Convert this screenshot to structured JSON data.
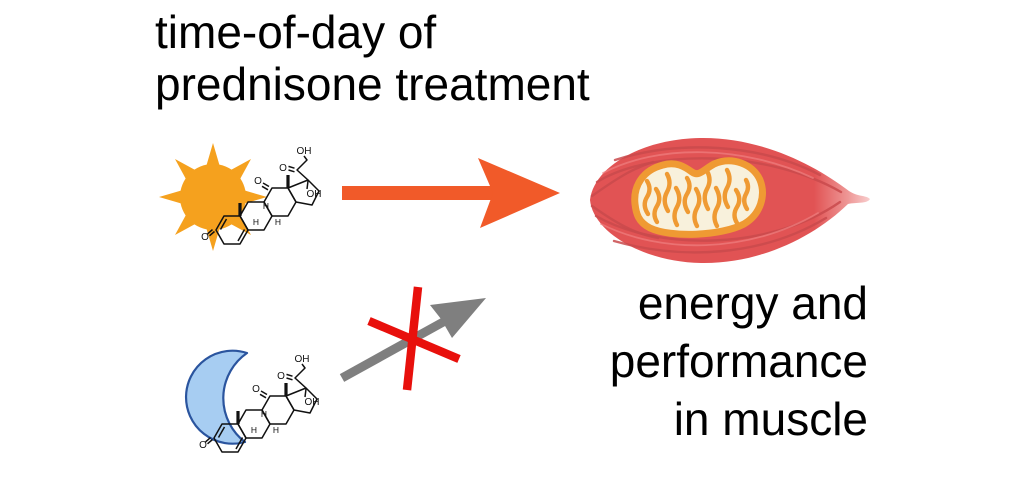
{
  "title": {
    "line1": "time-of-day of",
    "line2": "prednisone treatment"
  },
  "outcome_label": {
    "line1": "energy and",
    "line2": "performance",
    "line3": "in muscle"
  },
  "molecule": {
    "name": "prednisone chemical structure",
    "labels": {
      "oh_top": "OH",
      "o_side_chain": "O",
      "oh_c17": "OH",
      "o_c11": "O",
      "o_c3": "O",
      "h1": "H",
      "h2": "H",
      "h3": "H"
    }
  },
  "icons": {
    "sun": "sun-icon (daytime dosing)",
    "moon": "moon-icon (nighttime dosing)",
    "effective_arrow": "orange right arrow (effect present)",
    "blocked_arrow": "gray diagonal arrow crossed out with red X (no effect)",
    "muscle": "muscle fiber with mitochondrion"
  },
  "colors": {
    "background": "#FFFFFF",
    "text": "#000000",
    "sun": "#F5A11E",
    "moon_fill": "#A7CDF2",
    "moon_outline": "#2A549E",
    "arrow_effective": "#F15A29",
    "arrow_blocked": "#7F7F7F",
    "cross": "#E8100C",
    "muscle": "#E15354",
    "muscle_striation": "#C94A4C",
    "mitochondrion_outline": "#EF9A33",
    "mitochondrion_fill": "#F8F1DC"
  }
}
